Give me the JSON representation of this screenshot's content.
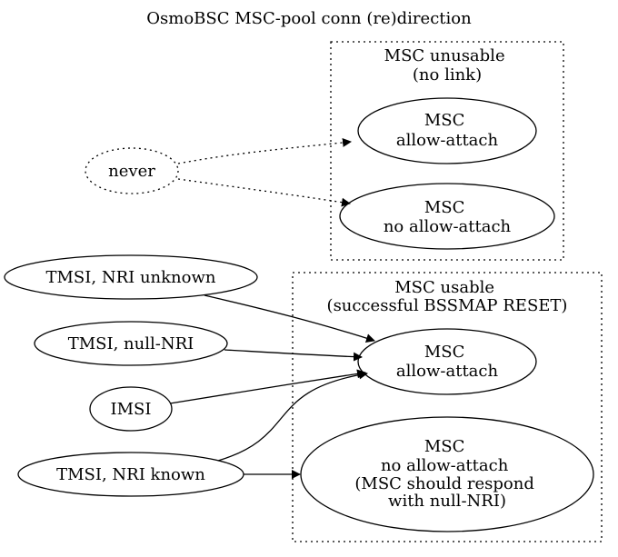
{
  "title": "OsmoBSC MSC-pool conn (re)direction",
  "clusters": {
    "unusable": {
      "lines": [
        "MSC unusable",
        "(no link)"
      ]
    },
    "usable": {
      "lines": [
        "MSC usable",
        "(successful BSSMAP RESET)"
      ]
    }
  },
  "nodes": {
    "never": {
      "lines": [
        "never"
      ]
    },
    "unusable_allow": {
      "lines": [
        "MSC",
        "allow-attach"
      ]
    },
    "unusable_noallow": {
      "lines": [
        "MSC",
        "no allow-attach"
      ]
    },
    "tmsi_nri_unknown": {
      "lines": [
        "TMSI, NRI unknown"
      ]
    },
    "tmsi_null_nri": {
      "lines": [
        "TMSI, null-NRI"
      ]
    },
    "imsi": {
      "lines": [
        "IMSI"
      ]
    },
    "tmsi_nri_known": {
      "lines": [
        "TMSI, NRI known"
      ]
    },
    "usable_allow": {
      "lines": [
        "MSC",
        "allow-attach"
      ]
    },
    "usable_noallow": {
      "lines": [
        "MSC",
        "no allow-attach",
        "(MSC should respond",
        "with null-NRI)"
      ]
    }
  }
}
